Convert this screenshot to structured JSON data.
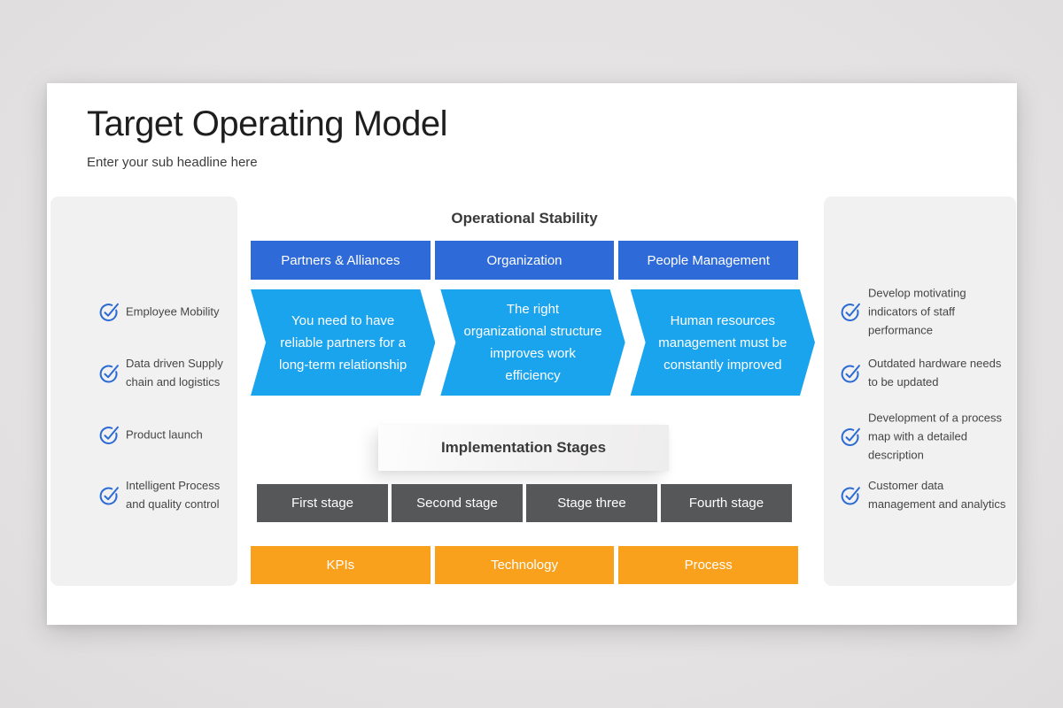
{
  "slide": {
    "title": "Target Operating Model",
    "subtitle": "Enter your sub headline here"
  },
  "left_panel": {
    "items": [
      "Employee Mobility",
      "Data driven Supply chain and logistics",
      "Product launch",
      "Intelligent Process and quality control"
    ]
  },
  "right_panel": {
    "items": [
      "Develop motivating indicators of staff performance",
      "Outdated hardware needs to be updated",
      "Development of a process map with a detailed description",
      "Customer data management and analytics"
    ]
  },
  "diagram": {
    "operational": {
      "heading": "Operational Stability",
      "pillars": [
        "Partners & Alliances",
        "Organization",
        "People Management"
      ],
      "arrows": [
        "You need to have reliable partners for a long-term relationship",
        "The right organizational structure improves work efficiency",
        "Human resources management must be constantly improved"
      ]
    },
    "implementation": {
      "heading": "Implementation Stages",
      "stages": [
        "First stage",
        "Second stage",
        "Stage three",
        "Fourth stage"
      ],
      "foundations": [
        "KPIs",
        "Technology",
        "Process"
      ]
    }
  },
  "icons": {
    "checklist_bullet": "check-circle-icon"
  },
  "colors": {
    "pillar_blue": "#2e6ad8",
    "arrow_blue": "#1ba4ee",
    "stage_gray": "#565759",
    "foundation_orange": "#f9a11d",
    "check_blue": "#2b6bd3",
    "panel_gray": "#f2f1f1"
  }
}
